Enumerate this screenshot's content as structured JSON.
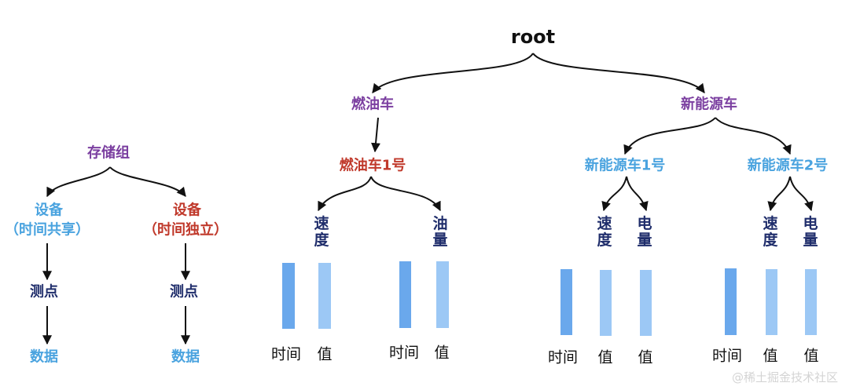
{
  "root": "root",
  "left": {
    "group": "存储组",
    "device_shared_1": "设备",
    "device_shared_2": "（时间共享）",
    "device_indep_1": "设备",
    "device_indep_2": "（时间独立）",
    "point_a": "测点",
    "point_b": "测点",
    "data_a": "数据",
    "data_b": "数据"
  },
  "fuel": {
    "label": "燃油车",
    "car": "燃油车1号",
    "speed": "速度",
    "oil": "油量",
    "time_1": "时间",
    "val_1": "值",
    "time_2": "时间",
    "val_2": "值"
  },
  "ev": {
    "label": "新能源车",
    "car1": "新能源车1号",
    "car2": "新能源车2号",
    "speed_1": "速度",
    "power_1": "电量",
    "speed_2": "速度",
    "power_2": "电量",
    "time_1": "时间",
    "val_1a": "值",
    "val_1b": "值",
    "time_2": "时间",
    "val_2a": "值",
    "val_2b": "值"
  },
  "colors": {
    "purple": "#7b3fa0",
    "red": "#c0392b",
    "blue": "#4aa3df",
    "navy": "#1f2d6b",
    "bar_dark": "#6aa8ec",
    "bar_light": "#9cc8f5"
  },
  "watermark": "@稀土掘金技术社区"
}
